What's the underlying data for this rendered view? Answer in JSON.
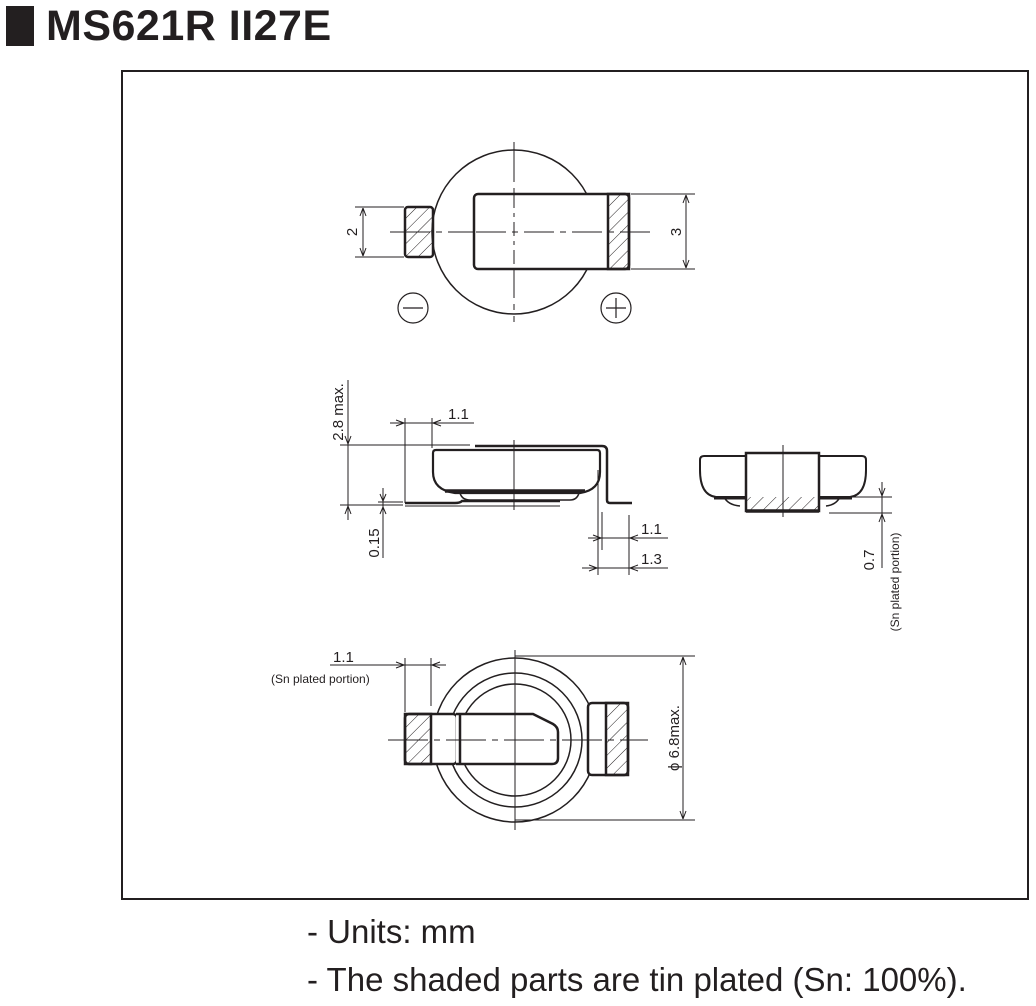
{
  "title": {
    "text": "MS621R  II27E"
  },
  "colors": {
    "ink": "#231f20",
    "background": "#ffffff"
  },
  "views": {
    "top_view": {
      "dim_left": "2",
      "dim_right": "3",
      "terminal_negative": "minus-symbol",
      "terminal_positive": "plus-symbol"
    },
    "side_view": {
      "dim_height": "2.8 max.",
      "dim_lead_offset": "1.1",
      "dim_thickness": "0.15",
      "dim_right_a": "1.1",
      "dim_right_b": "1.3"
    },
    "end_view": {
      "dim_plating": "0.7",
      "dim_plating_note": "(Sn plated portion)"
    },
    "bottom_view": {
      "dim_plating": "1.1",
      "dim_plating_note": "(Sn plated portion)",
      "dim_diameter": "ϕ 6.8max."
    }
  },
  "notes": [
    "- Units: mm",
    "- The shaded parts are tin plated (Sn: 100%)."
  ]
}
